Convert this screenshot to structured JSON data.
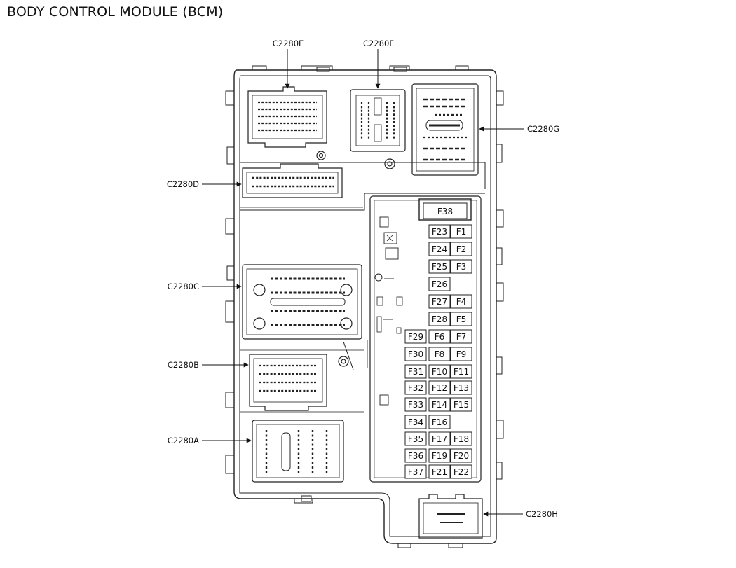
{
  "title": "BODY CONTROL MODULE (BCM)",
  "connectors": {
    "C2280E": "C2280E",
    "C2280F": "C2280F",
    "C2280G": "C2280G",
    "C2280D": "C2280D",
    "C2280C": "C2280C",
    "C2280B": "C2280B",
    "C2280A": "C2280A",
    "C2280H": "C2280H"
  },
  "fuses": {
    "F1": "F1",
    "F2": "F2",
    "F3": "F3",
    "F4": "F4",
    "F5": "F5",
    "F6": "F6",
    "F7": "F7",
    "F8": "F8",
    "F9": "F9",
    "F10": "F10",
    "F11": "F11",
    "F12": "F12",
    "F13": "F13",
    "F14": "F14",
    "F15": "F15",
    "F16": "F16",
    "F17": "F17",
    "F18": "F18",
    "F19": "F19",
    "F20": "F20",
    "F21": "F21",
    "F22": "F22",
    "F23": "F23",
    "F24": "F24",
    "F25": "F25",
    "F26": "F26",
    "F27": "F27",
    "F28": "F28",
    "F29": "F29",
    "F30": "F30",
    "F31": "F31",
    "F32": "F32",
    "F33": "F33",
    "F34": "F34",
    "F35": "F35",
    "F36": "F36",
    "F37": "F37",
    "F38": "F38"
  }
}
